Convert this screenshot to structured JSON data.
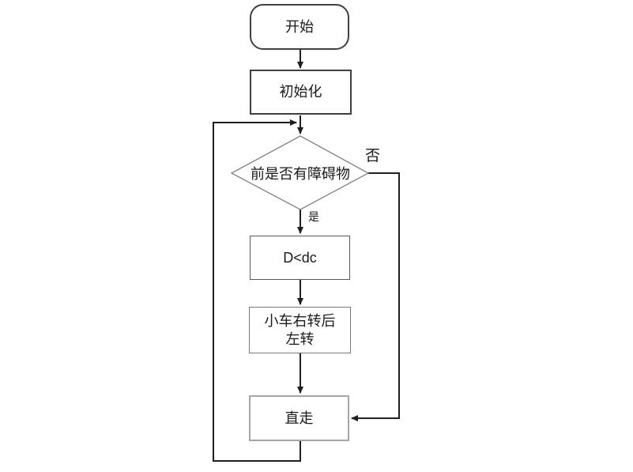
{
  "flowchart": {
    "background_color": "#ffffff",
    "line_color": "#1f1f1f",
    "shape_border_dark": "#404040",
    "shape_border_gray": "#8c8c8c",
    "nodes": {
      "start": {
        "label": "开始"
      },
      "init": {
        "label": "初始化"
      },
      "obstacle_decision": {
        "label": "前是否有障碍物"
      },
      "distance_compare": {
        "label": "D<dc"
      },
      "turn": {
        "label": "小车右转后\n左转"
      },
      "straight": {
        "label": "直走"
      }
    },
    "branch_labels": {
      "no": "否",
      "yes": "是"
    }
  }
}
